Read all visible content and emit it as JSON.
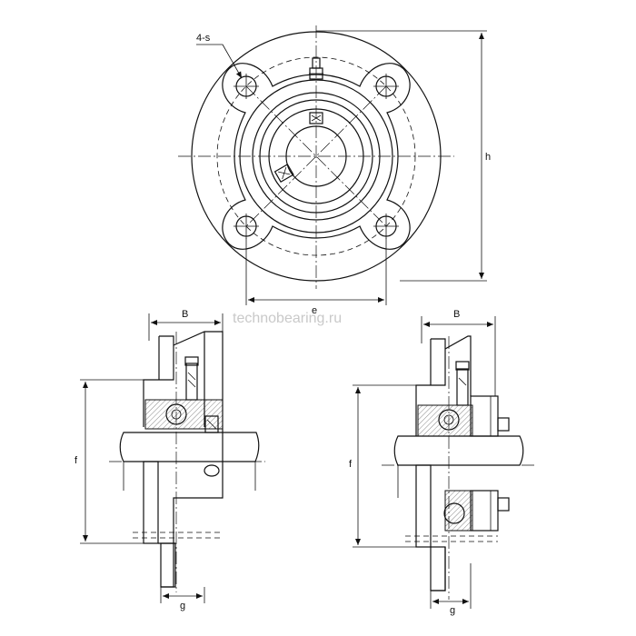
{
  "labels": {
    "holes": "4-s",
    "height": "h",
    "bolt_spacing": "e",
    "width_left": "B",
    "width_right": "B",
    "offset_left": "f",
    "offset_right": "f",
    "face_left": "g",
    "face_right": "g"
  },
  "watermark": "technobearing.ru"
}
